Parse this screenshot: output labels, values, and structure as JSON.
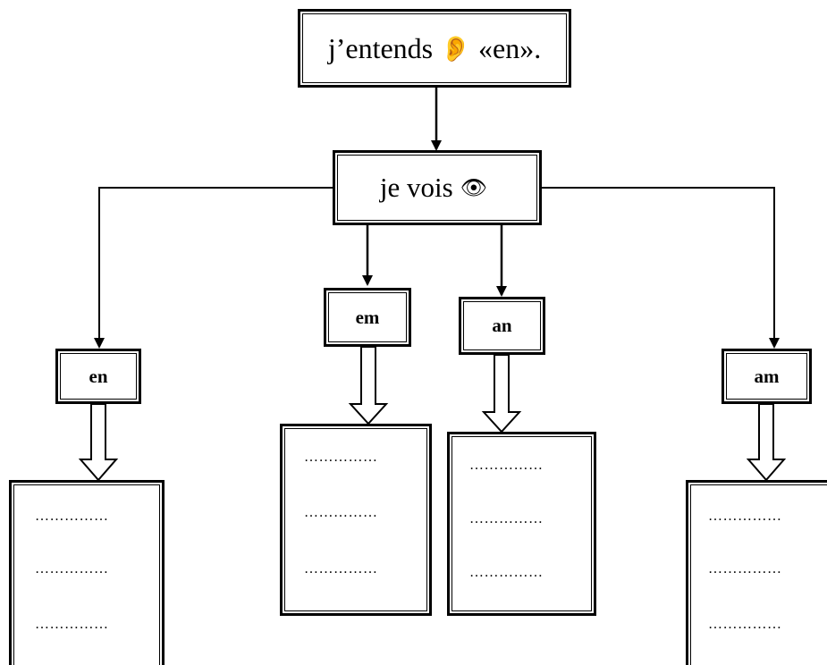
{
  "diagram": {
    "top": {
      "text_before": "j’entends",
      "icon": "ear-icon",
      "glyph": "👂",
      "text_after": "«en»."
    },
    "middle": {
      "text": "je vois",
      "icon": "eye-icon",
      "glyph": "👁"
    },
    "branches": [
      {
        "label": "en",
        "answers": [
          "……………",
          "……………",
          "……………"
        ]
      },
      {
        "label": "em",
        "answers": [
          "……………",
          "……………",
          "……………"
        ]
      },
      {
        "label": "an",
        "answers": [
          "……………",
          "……………",
          "……………"
        ]
      },
      {
        "label": "am",
        "answers": [
          "……………",
          "……………",
          "……………"
        ]
      }
    ]
  }
}
